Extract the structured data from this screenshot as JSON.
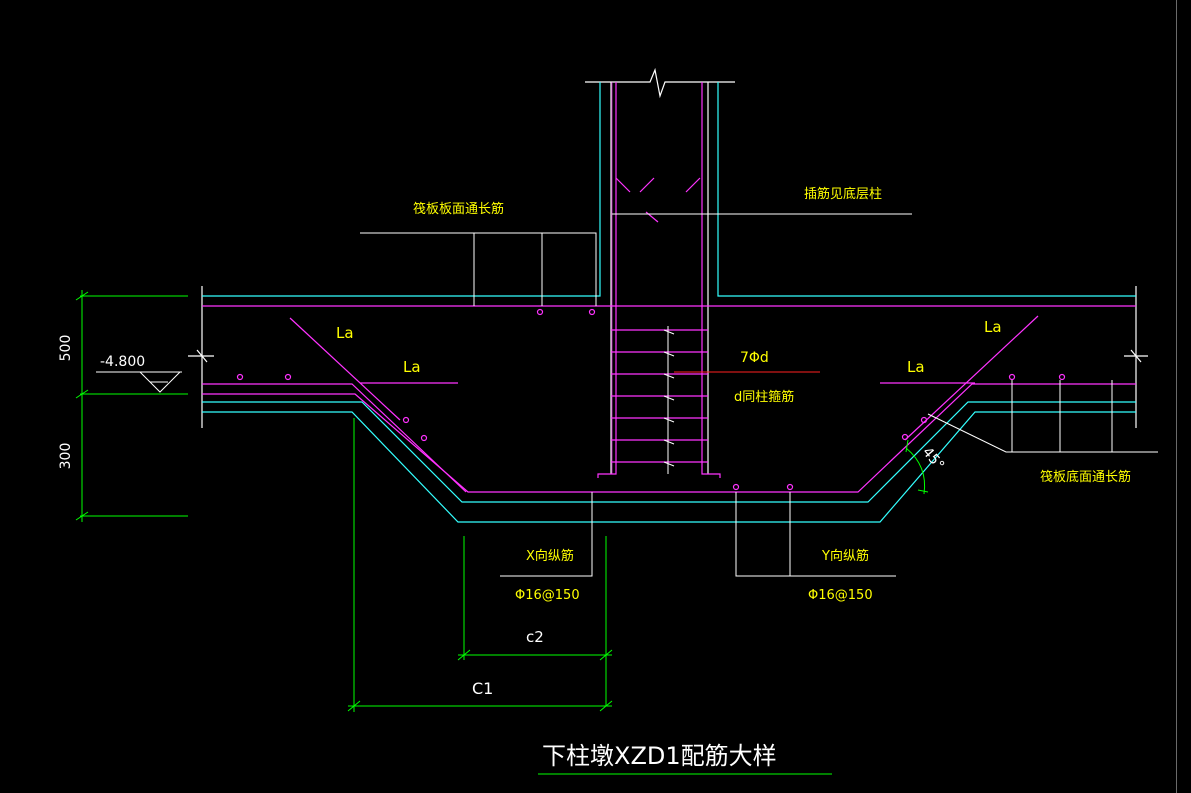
{
  "colors": {
    "background": "#000000",
    "concrete": "#ffffff",
    "rebar_top": "#ff33ff",
    "rebar_bottom": "#33ffff",
    "dimension": "#00ff00",
    "label_yellow": "#ffff00",
    "label_magenta": "#ff66ff",
    "label_white": "#ffffff",
    "accent_red": "#ff2020"
  },
  "labels": {
    "raft_top_rebar": "筏板板面通长筋",
    "dowel_note": "插筋见底层柱",
    "la_left_upper": "La",
    "la_left_lower": "La",
    "la_right_upper": "La",
    "la_right_lower": "La",
    "stirrup_count": "7Φd",
    "stirrup_note": "d同柱箍筋",
    "raft_bottom_rebar": "筏板底面通长筋",
    "angle": "45°",
    "x_rebar": "X向纵筋",
    "x_rebar_spec": "Φ16@150",
    "y_rebar": "Y向纵筋",
    "y_rebar_spec": "Φ16@150",
    "elevation": "-4.800",
    "dim_500": "500",
    "dim_300": "300",
    "dim_c2": "c2",
    "dim_c1": "C1",
    "title": "下柱墩XZD1配筋大样"
  }
}
